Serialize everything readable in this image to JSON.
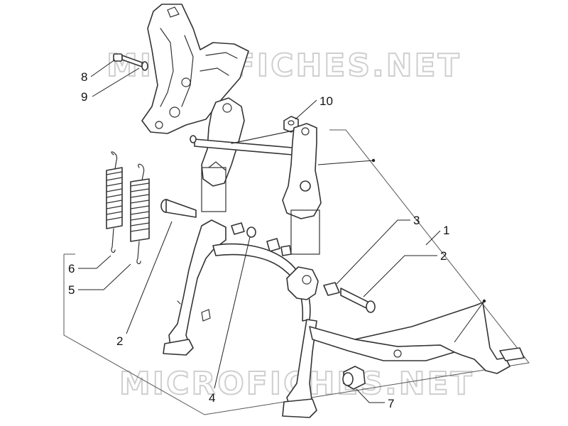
{
  "watermark": {
    "text_top": "MICROFICHES.NET",
    "text_bottom": "MICROFICHES.NET"
  },
  "callouts": [
    {
      "id": "label-8",
      "text": "8"
    },
    {
      "id": "label-9",
      "text": "9"
    },
    {
      "id": "label-10",
      "text": "10"
    },
    {
      "id": "label-3",
      "text": "3"
    },
    {
      "id": "label-1",
      "text": "1"
    },
    {
      "id": "label-2-right",
      "text": "2"
    },
    {
      "id": "label-6",
      "text": "6"
    },
    {
      "id": "label-5",
      "text": "5"
    },
    {
      "id": "label-2-left",
      "text": "2"
    },
    {
      "id": "label-4",
      "text": "4"
    },
    {
      "id": "label-7",
      "text": "7"
    }
  ]
}
